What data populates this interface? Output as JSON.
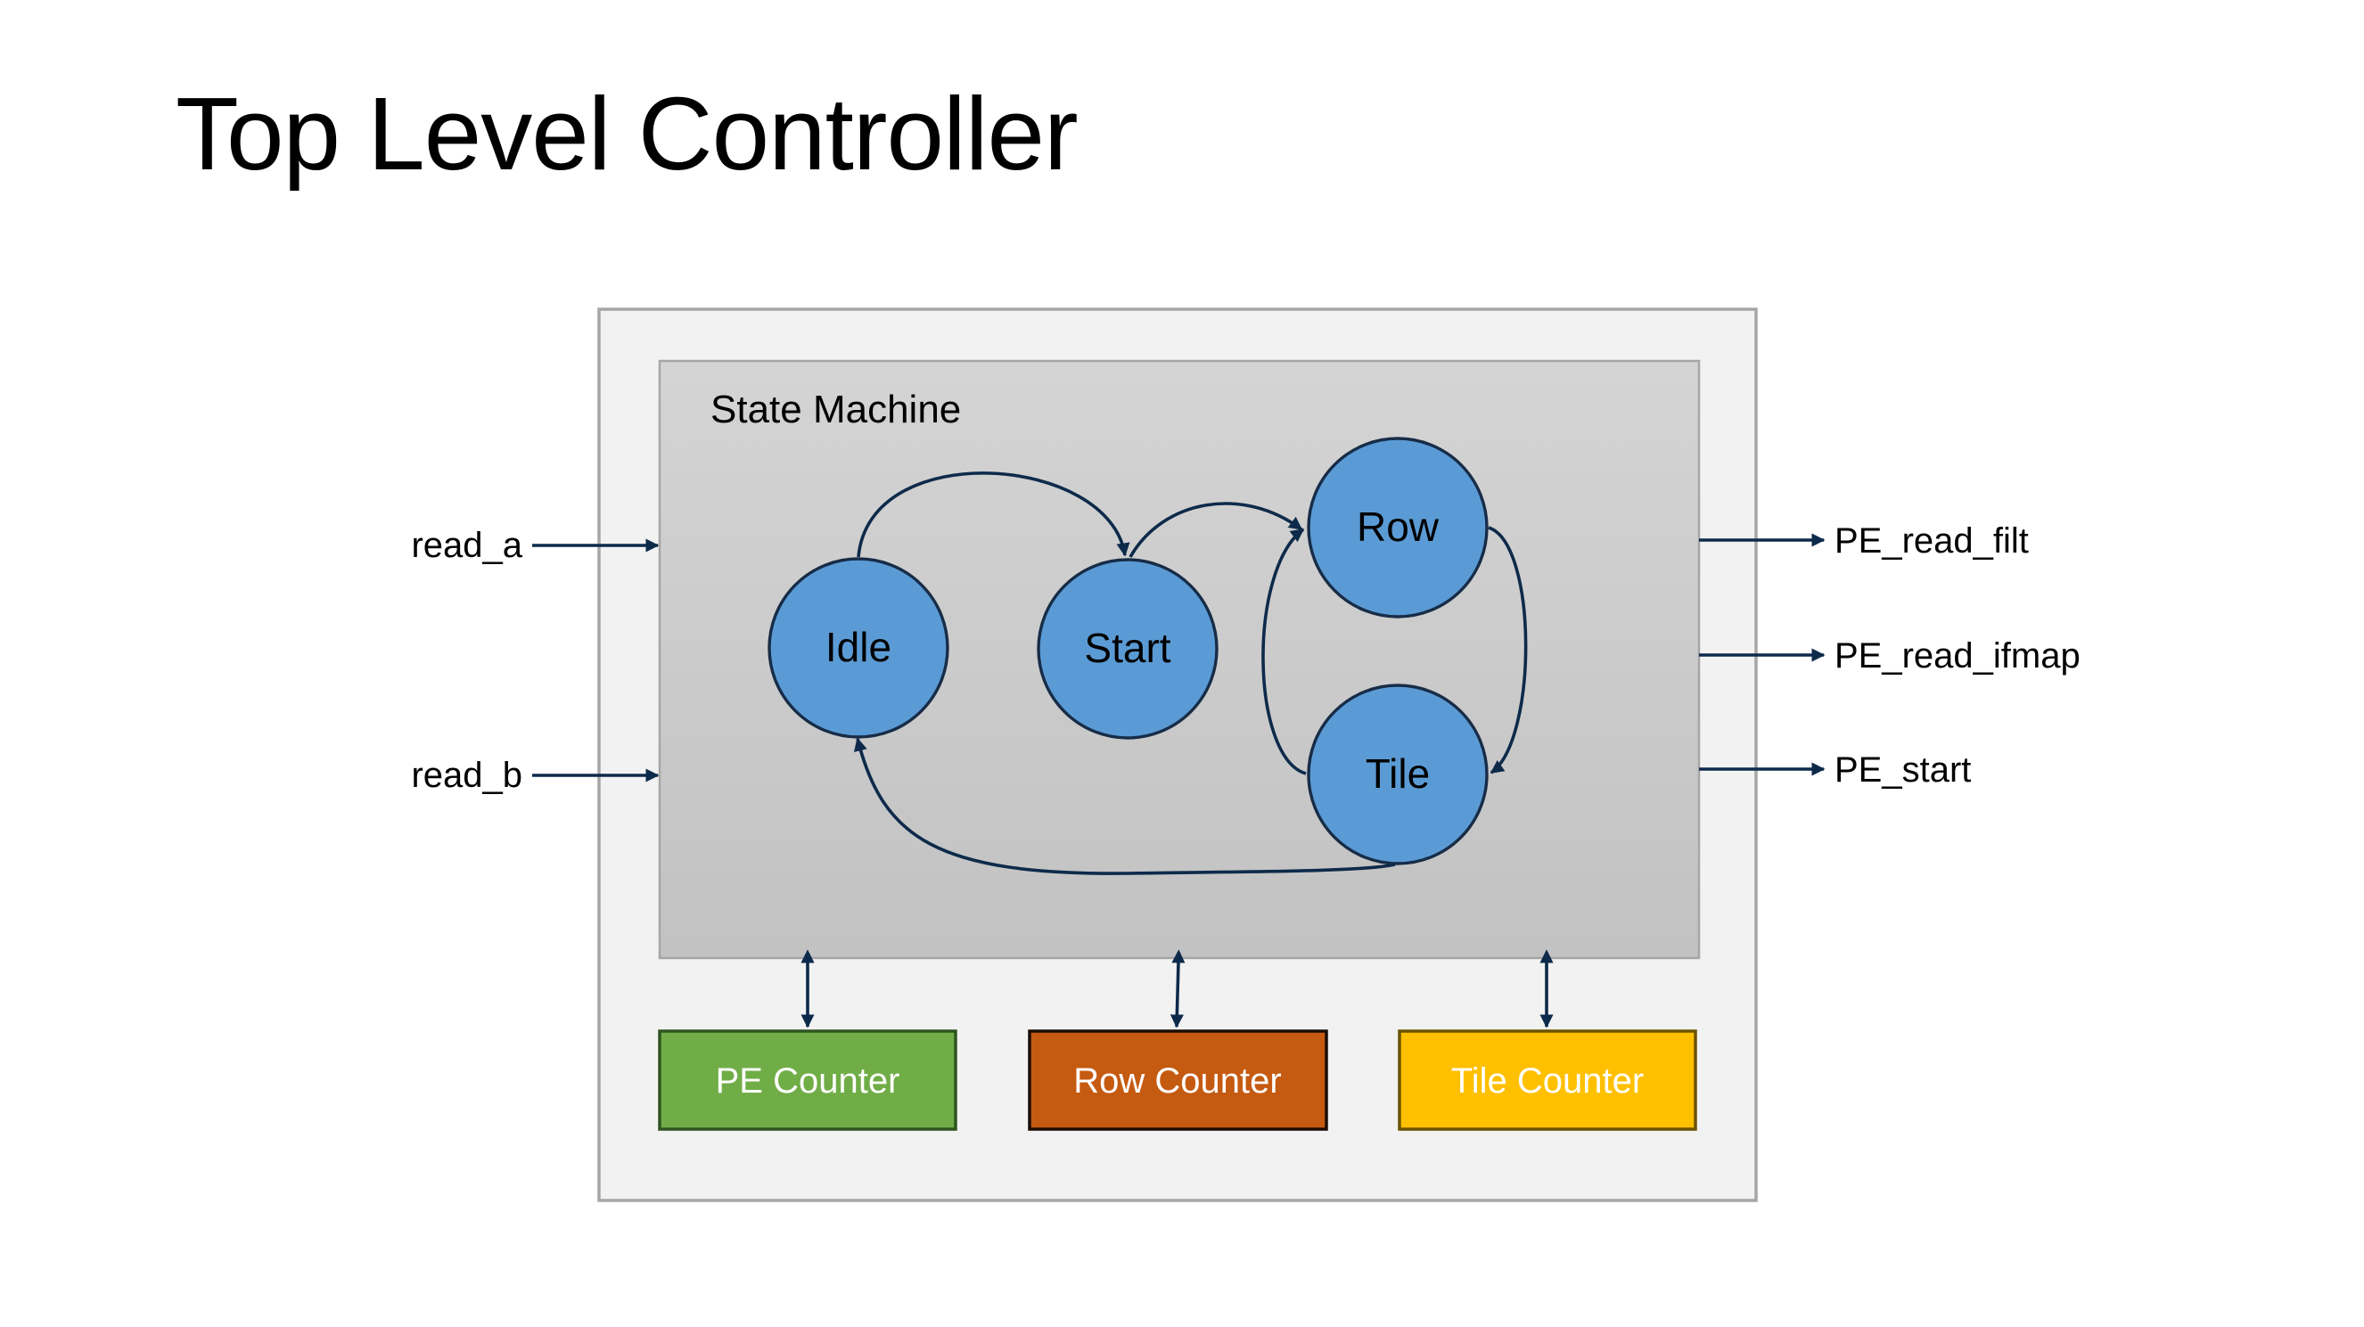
{
  "title": "Top Level Controller",
  "controller": {
    "state_machine": {
      "label": "State Machine",
      "states": {
        "idle": "Idle",
        "start": "Start",
        "row": "Row",
        "tile": "Tile"
      }
    },
    "counters": {
      "pe": {
        "label": "PE Counter",
        "color": "#70ad47"
      },
      "row": {
        "label": "Row Counter",
        "color": "#c55a11"
      },
      "tile": {
        "label": "Tile Counter",
        "color": "#ffc000"
      }
    }
  },
  "inputs": [
    "read_a",
    "read_b"
  ],
  "outputs": [
    "PE_read_filt",
    "PE_read_ifmap",
    "PE_start"
  ],
  "colors": {
    "outer_box": "#f2f2f2",
    "state_machine_top": "#d4d4d4",
    "state_machine_bottom": "#c2c2c2",
    "state_fill": "#5b9bd5",
    "wire": "#0d2a4a"
  }
}
